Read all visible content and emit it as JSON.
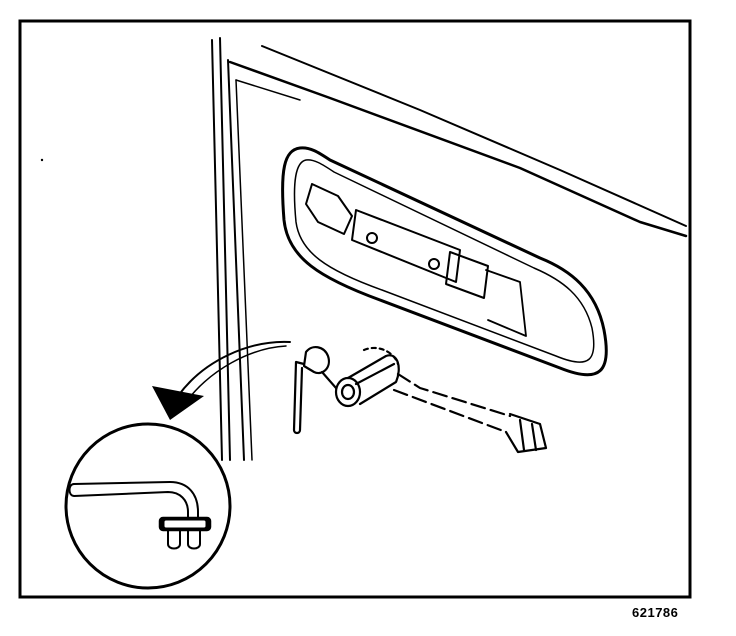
{
  "figure": {
    "id_label": "621786",
    "colors": {
      "ink": "#000000",
      "paper": "#ffffff"
    },
    "parts": [
      "door-panel",
      "door-handle-recess",
      "door-lock-cylinder",
      "lock-rod",
      "clip-detail-callout",
      "pointer-arrow"
    ]
  }
}
